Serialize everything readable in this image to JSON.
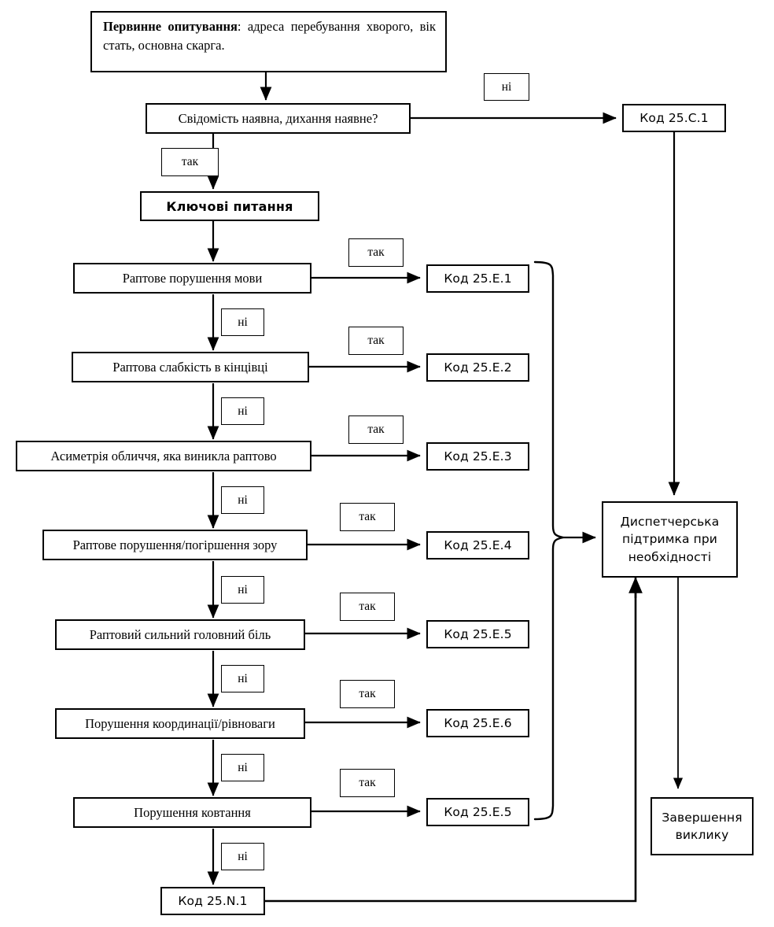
{
  "diagram": {
    "title": "Algorithm: stroke dispatch protocol (Ukrainian)",
    "colors": {
      "stroke": "#000000",
      "fill": "#ffffff",
      "text": "#000000"
    },
    "intake": {
      "label_bold": "Первинне  опитування",
      "label_rest": ": адреса перебування хворого, вік стать, основна скарга."
    },
    "triage_question": "Свідомість наявна, дихання наявне?",
    "key_questions_header": "Ключові питання",
    "questions": [
      {
        "text": "Раптове порушення мови",
        "code": "Код  25.E.1",
        "yes": "так",
        "no": "ні"
      },
      {
        "text": "Раптова слабкість в кінцівці",
        "code": "Код  25.E.2",
        "yes": "так",
        "no": "ні"
      },
      {
        "text": "Асиметрія обличчя, яка виникла раптово",
        "code": "Код  25.E.3",
        "yes": "так",
        "no": "ні"
      },
      {
        "text": "Раптове порушення/погіршення зору",
        "code": "Код  25.E.4",
        "yes": "так",
        "no": "ні"
      },
      {
        "text": "Раптовий сильний головний біль",
        "code": "Код  25.E.5",
        "yes": "так",
        "no": "ні"
      },
      {
        "text": "Порушення координації/рівноваги",
        "code": "Код  25.E.6",
        "yes": "так",
        "no": "ні"
      },
      {
        "text": "Порушення ковтання",
        "code": "Код  25.E.5",
        "yes": "так",
        "no": "ні"
      }
    ],
    "triage_no_label": "ні",
    "triage_yes_label": "так",
    "critical_code": "Код  25.C.1",
    "final_code": "Код  25.N.1",
    "dispatch_support": "Диспетчерська підтримка при необхідності",
    "call_end": "Завершення виклику"
  }
}
